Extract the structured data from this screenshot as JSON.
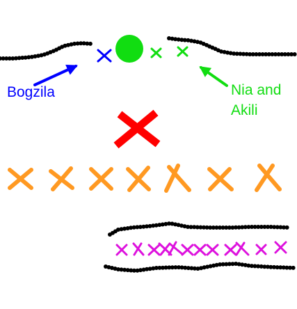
{
  "labels": {
    "bogzila": "Bogzila",
    "nia_line1": "Nia and",
    "nia_line2": "Akili"
  },
  "colors": {
    "bead": "#000000",
    "bogzila": "#0000ff",
    "nia_akili": "#11dd11",
    "big_cross": "#ff0000",
    "cross_row": "#ff9922",
    "cross_band": "#dd11dd",
    "background": "#ffffff"
  },
  "counts": {
    "orange_crosses": 7,
    "magenta_crosses": 12,
    "green_crosses": 2,
    "blue_crosses": 1,
    "red_crosses": 1,
    "green_dots": 1
  }
}
